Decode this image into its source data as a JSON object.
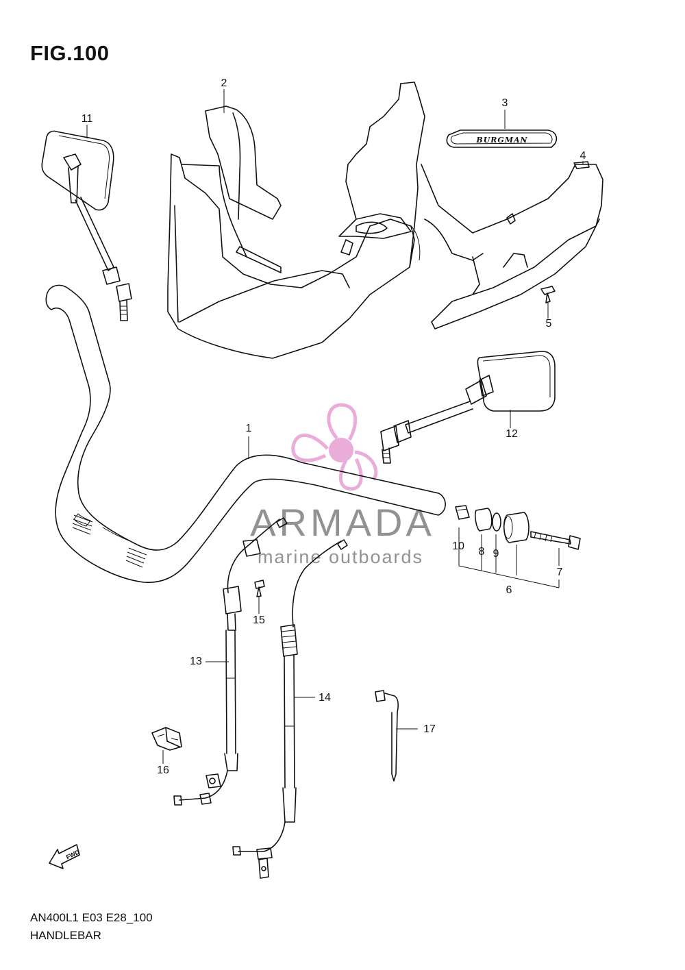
{
  "figure": {
    "title": "FIG.100"
  },
  "footer": {
    "code": "AN400L1 E03 E28_100",
    "name": "HANDLEBAR"
  },
  "badge_text": "BURGMAN",
  "fwd_text": "FWD",
  "watermark": {
    "brand": "ARMADA",
    "tagline": "marine outboards",
    "accent": "#e9a9d8",
    "text_color": "#8d8d8d"
  },
  "callouts": [
    {
      "label": "1"
    },
    {
      "label": "2"
    },
    {
      "label": "3"
    },
    {
      "label": "4"
    },
    {
      "label": "5"
    },
    {
      "label": "6"
    },
    {
      "label": "7"
    },
    {
      "label": "8"
    },
    {
      "label": "9"
    },
    {
      "label": "10"
    },
    {
      "label": "11"
    },
    {
      "label": "12"
    },
    {
      "label": "13"
    },
    {
      "label": "14"
    },
    {
      "label": "15"
    },
    {
      "label": "16"
    },
    {
      "label": "17"
    }
  ]
}
